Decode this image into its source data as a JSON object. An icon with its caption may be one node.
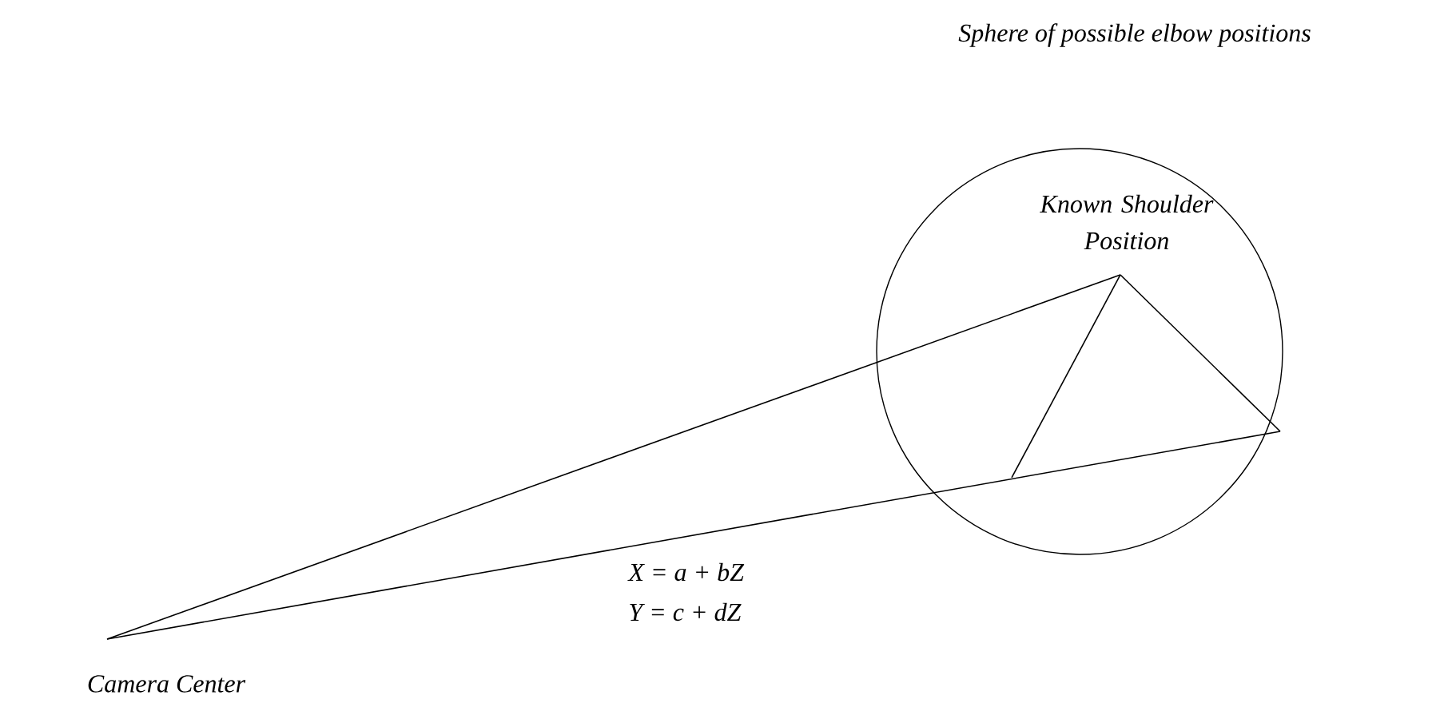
{
  "diagram": {
    "nodes": [
      {
        "text": [
          "Sphere of possible elbow positions"
        ]
      },
      {
        "text": [
          "Camera Center"
        ]
      },
      {
        "text": [
          "Known Shoulder Position"
        ],
        "in": 0
      }
    ],
    "edges": [
      {
        "from": 1,
        "to": 2,
        "arrow": "none"
      },
      {
        "from": 1,
        "to": 0,
        "arrow": "none"
      },
      {
        "from": 2,
        "to": 0,
        "arrow": "none"
      },
      {
        "from": 2,
        "to": 0,
        "arrow": "none"
      }
    ],
    "labels": [
      "X = a + bZ",
      "Y = c + dZ"
    ]
  }
}
